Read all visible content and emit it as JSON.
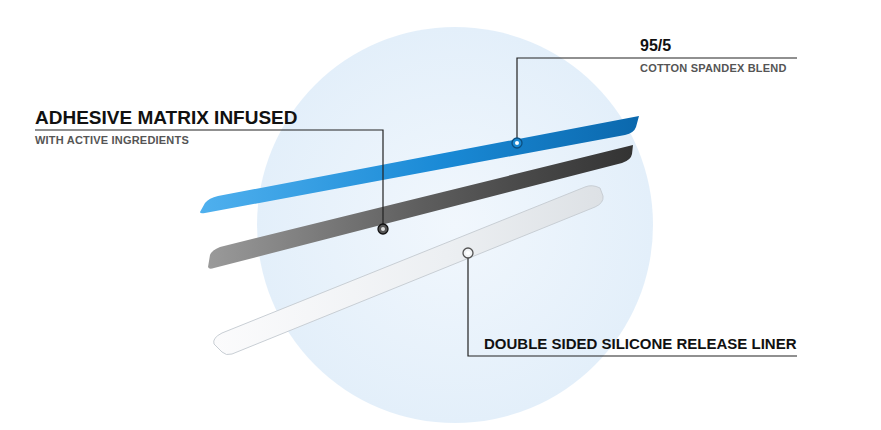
{
  "diagram": {
    "labels": [
      "95/5",
      "COTTON SPANDEX BLEND",
      "ADHESIVE MATRIX INFUSED",
      "WITH ACTIVE INGREDIENTS",
      "DOUBLE SIDED SILICONE RELEASE LINER"
    ]
  }
}
